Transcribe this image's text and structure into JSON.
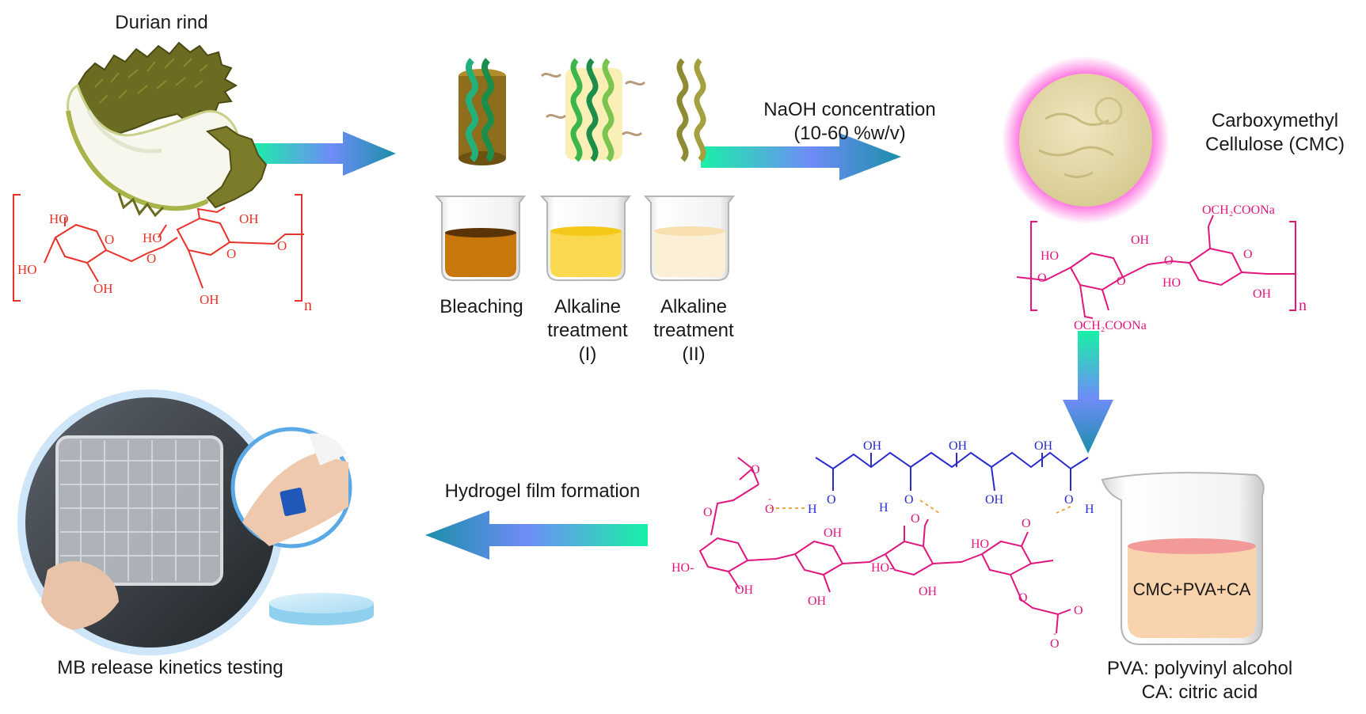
{
  "colors": {
    "arrow_start": "#19f0a6",
    "arrow_mid": "#6f8cf8",
    "arrow_end": "#1a8fa8",
    "cellulose": "#e8332a",
    "cmc": "#e0177f",
    "pva": "#2a2ccf",
    "hbond": "#f0a640",
    "bleach_liquid": "#c8770c",
    "alkali1_liquid": "#fbd94e",
    "alkali2_liquid": "#fbefd6",
    "mix_liquid": "#f8d3ac",
    "mix_top": "#f29a9a"
  },
  "stages": {
    "raw": {
      "label": "Durian rind",
      "icon": "durian-rind-photo"
    },
    "pretreatment": [
      {
        "label_lines": [
          "Bleaching"
        ]
      },
      {
        "label_lines": [
          "Alkaline",
          "treatment",
          "(I)"
        ]
      },
      {
        "label_lines": [
          "Alkaline",
          "treatment",
          "(II)"
        ]
      }
    ],
    "synthesis": {
      "label_lines": [
        "NaOH concentration",
        "(10-60 %w/v)"
      ]
    },
    "product": {
      "label_lines": [
        "Carboxymethyl",
        "Cellulose (CMC)"
      ],
      "icon": "cmc-powder-photo"
    },
    "mixture": {
      "beaker_text": "CMC+PVA+CA",
      "legend_lines": [
        "PVA: polyvinyl alcohol",
        "CA: citric acid"
      ]
    },
    "film": {
      "label": "Hydrogel film formation"
    },
    "testing": {
      "label": "MB release kinetics testing",
      "icon": "hydrogel-film-photo"
    }
  },
  "chem": {
    "oh": "OH",
    "ho": "HO",
    "o": "O",
    "h": "H",
    "n": "n",
    "och2coona": "OCH₂COONa",
    "ho_dash": "HO-",
    "o_minus": "O",
    "minus": "-"
  }
}
